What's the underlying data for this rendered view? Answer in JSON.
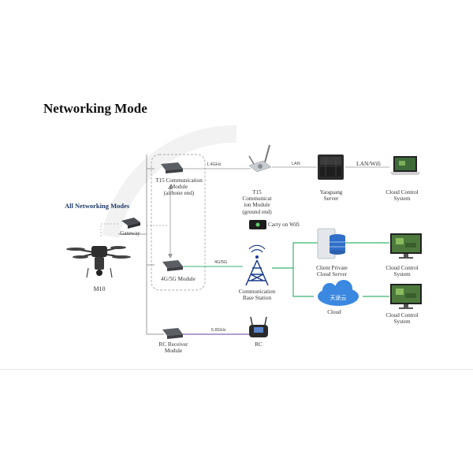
{
  "title": "Networking Mode",
  "section_title": "All Networking Modes",
  "nodes": {
    "t15_air": "T15 Communication\nModule\n(airbone end)",
    "t15_ground": "T15\nCommunicat\nion Module\n(ground end)",
    "yaoguang": "Yaoguang\nServer",
    "cloud_control_1": "Cloud Control\nSystem",
    "gateway": "Gateway",
    "drone": "M10",
    "carry_wifi": "Carry on Wifi",
    "module_4g5g": "4G/5G Module",
    "base_station": "Communication\nBase Station",
    "client_server": "Client Private\nCloud Server",
    "cloud_control_2": "Cloud Control\nSystem",
    "cloud": "Cloud",
    "cloud_icon_text": "天途云",
    "cloud_control_3": "Cloud Control\nSystem",
    "rc_receiver": "RC Receiver\nModule",
    "rc": "RC"
  },
  "links": {
    "freq_14": "1.4GHz",
    "lan": "LAN",
    "lan_wifi": "LAN/Wifi",
    "g45": "4G/5G",
    "freq_58": "5.8GHz"
  },
  "colors": {
    "link_green": "#3cb371",
    "link_purple": "#6a3d9a",
    "title_blue": "#1f3a6b"
  }
}
